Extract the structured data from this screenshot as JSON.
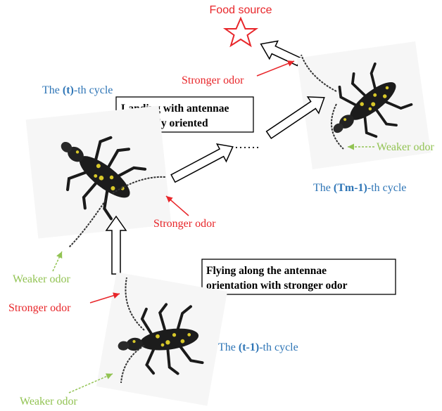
{
  "food_source": {
    "label": "Food source",
    "color": "#e8262a"
  },
  "colors": {
    "red": "#e8262a",
    "blue": "#2e75b6",
    "green": "#92c353",
    "black": "#000000"
  },
  "cycles": {
    "t": {
      "pre": "The ",
      "bold": "(t)",
      "post": "-th cycle"
    },
    "tm": {
      "pre": "The ",
      "bold": "(Tm-1)",
      "post": "-th cycle"
    },
    "t1": {
      "pre": "The ",
      "bold": "(t-1)",
      "post": "-th cycle"
    }
  },
  "callouts": {
    "landing": [
      "Landing with antennae",
      "randomly oriented"
    ],
    "flying": [
      "Flying along the antennae",
      "orientation with stronger odor"
    ]
  },
  "odor_labels": {
    "stronger_top": "Stronger odor",
    "weaker_top": "Weaker odor",
    "stronger_mid": "Stronger odor",
    "weaker_mid": "Weaker odor",
    "stronger_bottom": "Stronger odor",
    "weaker_bottom": "Weaker odor"
  },
  "ellipsis": "……",
  "icons": [
    "star-icon",
    "beetle-icon",
    "hollow-arrow-icon"
  ]
}
